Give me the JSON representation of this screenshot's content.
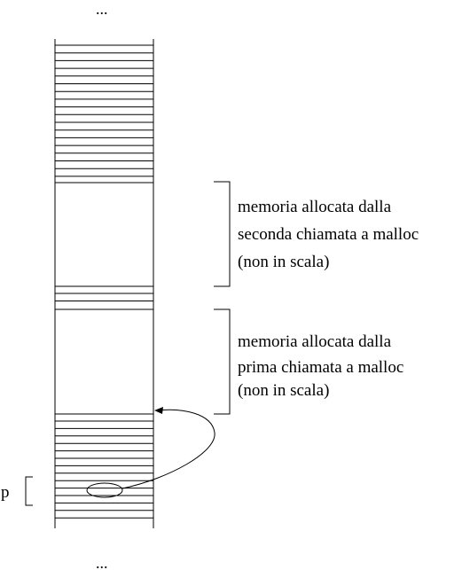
{
  "top_ellipsis": "...",
  "bottom_ellipsis": "...",
  "pointer_label": "p",
  "second_block": {
    "lines": [
      "memoria allocata dalla",
      "seconda chiamata a malloc",
      "(non in scala)"
    ]
  },
  "first_block": {
    "lines": [
      "memoria allocata dalla",
      "prima chiamata a malloc",
      "(non in scala)"
    ]
  }
}
